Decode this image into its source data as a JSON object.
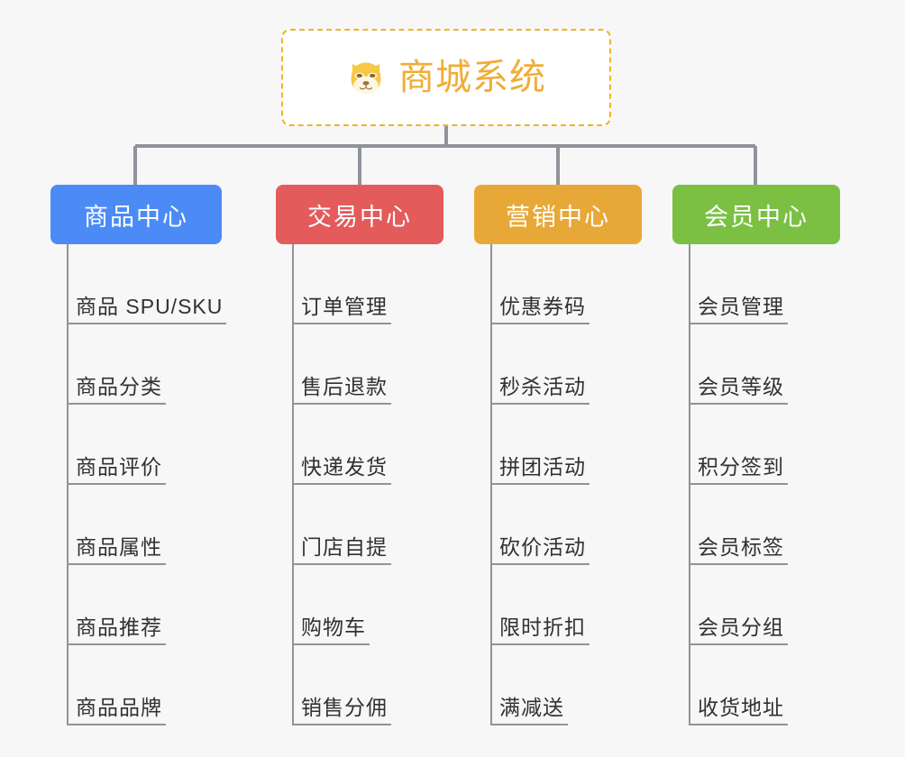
{
  "root": {
    "title": "商城系统",
    "icon": "shiba-dog-face-icon",
    "border_color": "#f0b429",
    "text_color": "#f0ad35",
    "background": "#ffffff"
  },
  "canvas": {
    "background": "#f7f7f7",
    "connector_color": "#909399"
  },
  "branches": [
    {
      "label": "商品中心",
      "color": "#4c8bf5",
      "leaves": [
        "商品 SPU/SKU",
        "商品分类",
        "商品评价",
        "商品属性",
        "商品推荐",
        "商品品牌"
      ]
    },
    {
      "label": "交易中心",
      "color": "#e35b5b",
      "leaves": [
        "订单管理",
        "售后退款",
        "快递发货",
        "门店自提",
        "购物车",
        "销售分佣"
      ]
    },
    {
      "label": "营销中心",
      "color": "#e8a838",
      "leaves": [
        "优惠券码",
        "秒杀活动",
        "拼团活动",
        "砍价活动",
        "限时折扣",
        "满减送"
      ]
    },
    {
      "label": "会员中心",
      "color": "#7bc043",
      "leaves": [
        "会员管理",
        "会员等级",
        "积分签到",
        "会员标签",
        "会员分组",
        "收货地址"
      ]
    }
  ]
}
